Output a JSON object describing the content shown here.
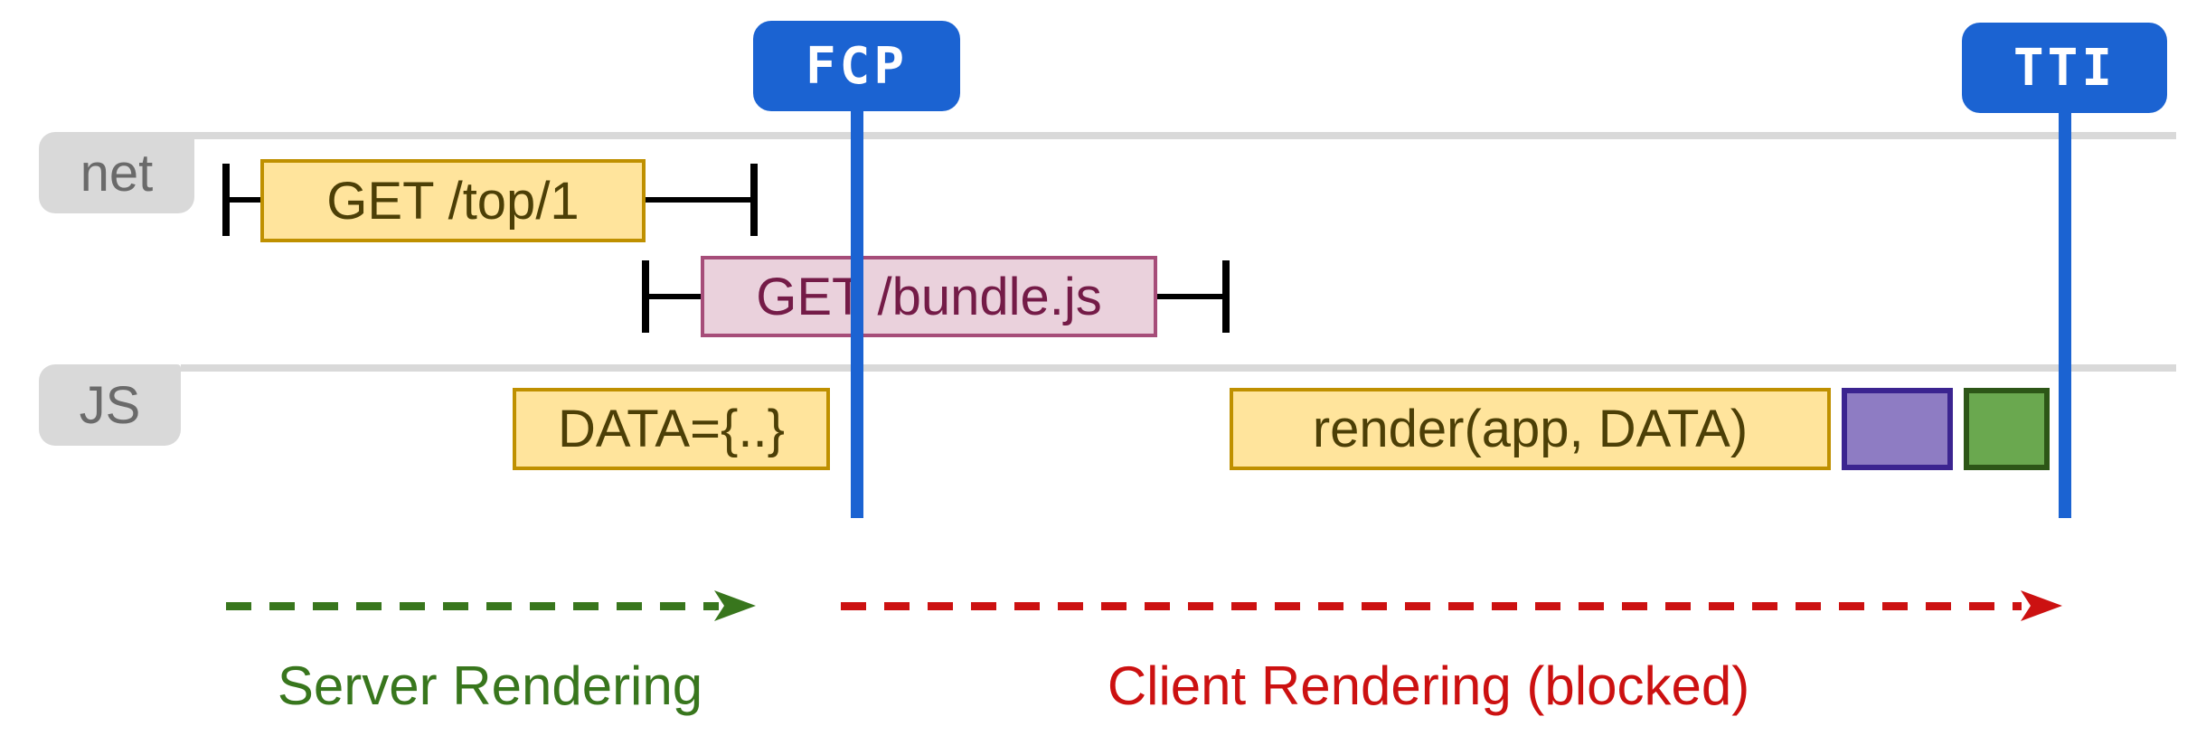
{
  "colors": {
    "blue": "#1b63d2",
    "row_gray": "#d9d9d9",
    "label_gray": "#6a6a6a",
    "yellow_fill": "#ffe49c",
    "yellow_border": "#bf9000",
    "yellow_text": "#4c3f06",
    "pink_fill": "#ead1dc",
    "pink_border": "#a64d79",
    "pink_text": "#741b47",
    "purple_fill": "#8e7cc3",
    "purple_border": "#3b2490",
    "green_fill": "#6aa84f",
    "green_border": "#2d5617",
    "arrow_green": "#38761d",
    "arrow_red": "#cc1111"
  },
  "markers": {
    "fcp": "FCP",
    "tti": "TTI"
  },
  "lanes": {
    "net": "net",
    "js": "JS"
  },
  "network": {
    "request_top": "GET /top/1",
    "request_bundle": "GET /bundle.js"
  },
  "js_tasks": {
    "task_data": "DATA={..}",
    "task_render": "render(app, DATA)"
  },
  "phases": {
    "server": "Server Rendering",
    "client": "Client Rendering (blocked)"
  }
}
